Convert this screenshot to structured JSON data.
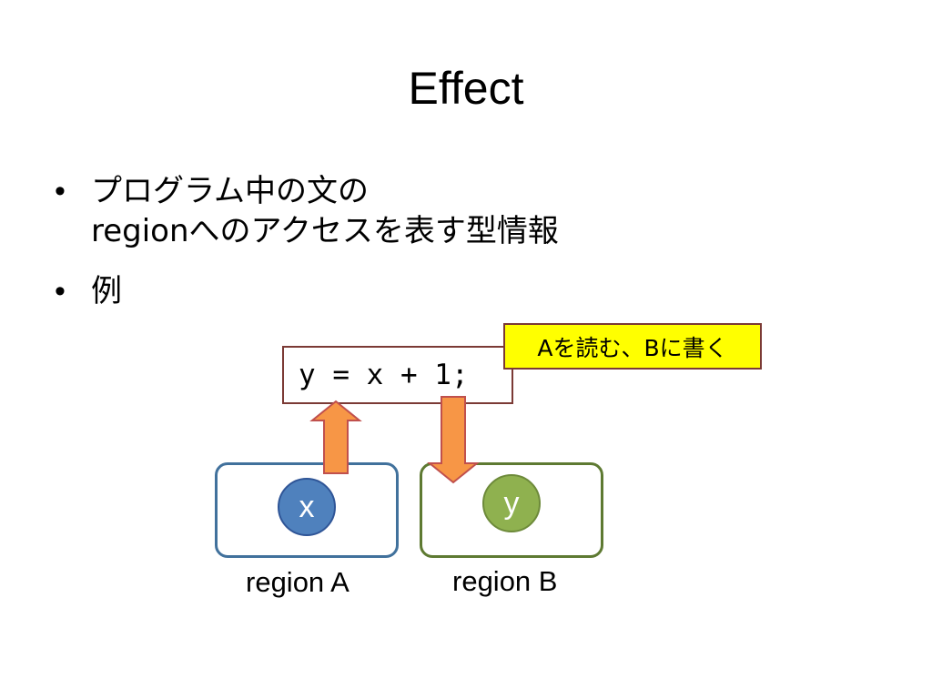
{
  "slide": {
    "title": "Effect",
    "bullets": [
      {
        "mark": "•",
        "lines": [
          "プログラム中の文の",
          "regionへのアクセスを表す型情報"
        ]
      },
      {
        "mark": "•",
        "lines": [
          "例"
        ]
      }
    ]
  },
  "diagram": {
    "code": "y = x + 1;",
    "callout": "Aを読む、Bに書く",
    "regions": [
      {
        "label": "region A",
        "variable": "x"
      },
      {
        "label": "region B",
        "variable": "y"
      }
    ],
    "colors": {
      "arrow_fill": "#f79646",
      "arrow_stroke": "#c0504d",
      "region_a_border": "#41719c",
      "region_b_border": "#5e7a32",
      "var_x_fill": "#4f81bd",
      "var_y_fill": "#8fb14f",
      "callout_fill": "#ffff00"
    }
  }
}
